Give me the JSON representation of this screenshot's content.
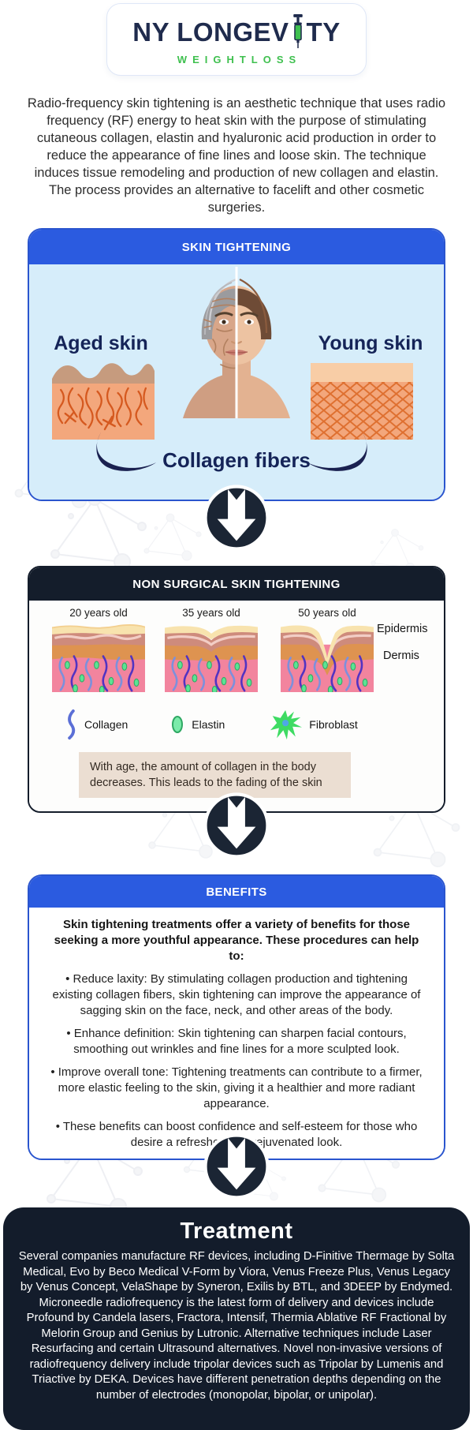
{
  "logo": {
    "name_part1": "NY LONGEV",
    "name_part2": "TY",
    "subtitle": "WEIGHTLOSS"
  },
  "intro": {
    "text": "Radio-frequency skin tightening is an aesthetic technique that uses radio frequency (RF) energy to heat skin with the purpose of stimulating cutaneous collagen, elastin and hyaluronic acid production in order to reduce the appearance of fine lines and loose skin. The technique induces tissue remodeling and production of new collagen and elastin. The process provides an alternative to facelift and other cosmetic surgeries."
  },
  "sections": {
    "skin_tightening": {
      "title": "SKIN TIGHTENING",
      "aged_label": "Aged skin",
      "young_label": "Young skin",
      "caption": "Collagen fibers"
    },
    "non_surgical": {
      "title": "NON SURGICAL SKIN TIGHTENING",
      "ages": [
        "20 years old",
        "35 years old",
        "50 years old"
      ],
      "layer_labels": [
        "Epidermis",
        "Dermis"
      ],
      "legend": [
        "Collagen",
        "Elastin",
        "Fibroblast"
      ],
      "note": "With age, the amount of collagen in the body decreases. This leads to the fading of the skin"
    },
    "benefits": {
      "title": "BENEFITS",
      "intro": "Skin tightening treatments offer a variety of benefits for those seeking a more youthful appearance. These procedures can help to:",
      "bullets": [
        "• Reduce laxity: By stimulating collagen production and tightening existing collagen fibers, skin tightening can improve the appearance of sagging skin on the face, neck, and other areas of the body.",
        "• Enhance definition: Skin tightening can sharpen facial contours, smoothing out wrinkles and fine lines for a more sculpted look.",
        "• Improve overall tone: Tightening treatments can contribute to a firmer, more elastic feeling to the skin, giving it a healthier and more radiant appearance.",
        "• These benefits can boost confidence and self-esteem for those who desire a refreshed and rejuvenated look."
      ]
    },
    "treatment": {
      "title": "Treatment",
      "text": "Several companies manufacture RF devices, including D-Finitive Thermage by Solta Medical, Evo by Beco Medical V-Form by Viora, Venus Freeze Plus, Venus Legacy by Venus Concept, VelaShape by Syneron, Exilis by BTL, and 3DEEP by Endymed. Microneedle radiofrequency is the latest form of delivery and devices include Profound by Candela lasers, Fractora, Intensif, Thermia Ablative RF Fractional by Melorin Group and Genius by Lutronic. Alternative techniques include Laser Resurfacing and certain Ultrasound alternatives. Novel non-invasive versions of radiofrequency delivery include tripolar devices such as Tripolar by Lumenis and Triactive by DEKA. Devices have different penetration depths depending on the number of electrodes (monopolar, bipolar, or unipolar)."
    }
  },
  "colors": {
    "accent_blue": "#2b5be0",
    "dark_navy": "#141d2b",
    "light_blue_panel": "#d6edfa",
    "brand_green": "#3fc04f",
    "logo_navy": "#1f2b4d",
    "note_beige": "#ebded2",
    "arrow_circle": "#1b2534"
  }
}
